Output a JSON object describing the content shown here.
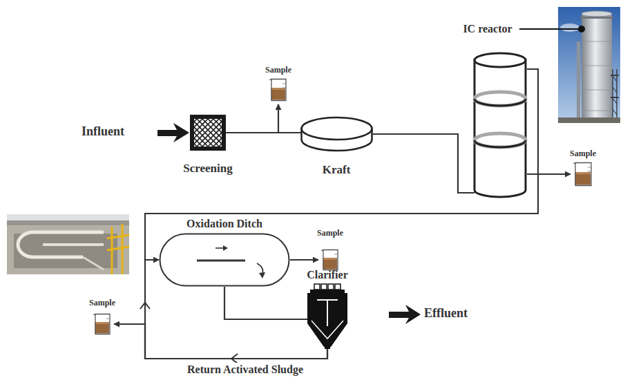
{
  "diagram": {
    "nodes": [
      {
        "text": [
          "Screening"
        ]
      },
      {
        "text": [
          "Sample"
        ]
      },
      {
        "text": [
          "Kraft"
        ]
      },
      {
        "text": [
          "IC reactor"
        ]
      },
      {
        "text": [
          "Sample"
        ]
      },
      {
        "text": [
          "Oxidation Ditch"
        ]
      },
      {
        "text": [
          "Sample"
        ]
      },
      {
        "text": [
          "Clarifier"
        ]
      },
      {
        "text": [
          "Sample"
        ]
      }
    ],
    "edges": [
      {
        "from": 0,
        "to": 2,
        "arrow": "none"
      },
      {
        "from": 0,
        "to": 1,
        "arrow": "to"
      },
      {
        "from": 2,
        "to": 3,
        "arrow": "none"
      },
      {
        "from": 3,
        "to": 4,
        "arrow": "to"
      },
      {
        "from": 3,
        "to": 5,
        "arrow": "none"
      },
      {
        "from": 5,
        "to": 6,
        "arrow": "to"
      },
      {
        "from": 5,
        "to": 7,
        "arrow": "none"
      },
      {
        "from": 7,
        "to": 5,
        "label": "Return Activated Sludge",
        "arrow": "to"
      },
      {
        "from": 7,
        "to": 8,
        "arrow": "to"
      }
    ],
    "labels": [
      "Influent",
      "Effluent"
    ]
  }
}
